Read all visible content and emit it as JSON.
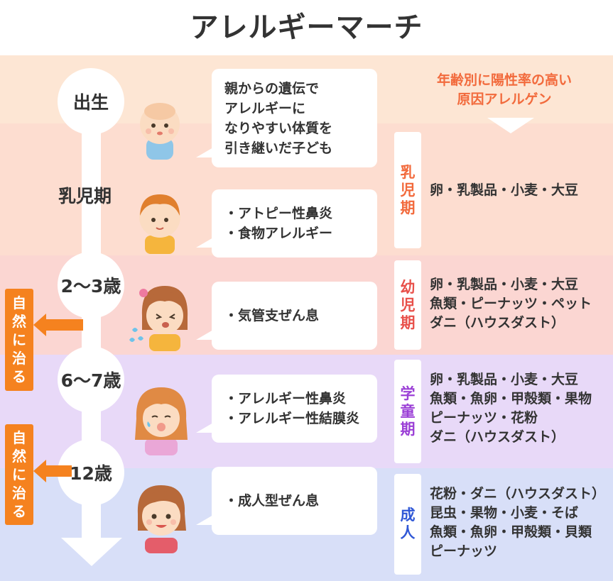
{
  "title": "アレルギーマーチ",
  "timeline": {
    "nodes": [
      "出生",
      "2〜3歳",
      "6〜7歳",
      "12歳"
    ],
    "stage_label": "乳児期"
  },
  "bubbles": [
    [
      "親からの遺伝で",
      "アレルギーに",
      "なりやすい体質を",
      "引き継いだ子ども"
    ],
    [
      "・アトピー性鼻炎",
      "・食物アレルギー"
    ],
    [
      "・気管支ぜん息"
    ],
    [
      "・アレルギー性鼻炎",
      "・アレルギー性結膜炎"
    ],
    [
      "・成人型ぜん息"
    ]
  ],
  "caption": [
    "年齢別に陽性率の高い",
    "原因アレルゲン"
  ],
  "stages": [
    {
      "label": [
        "乳",
        "児",
        "期"
      ],
      "color": "#f26a3c",
      "allergens": [
        "卵・乳製品・小麦・大豆"
      ]
    },
    {
      "label": [
        "幼",
        "児",
        "期"
      ],
      "color": "#e8504a",
      "allergens": [
        "卵・乳製品・小麦・大豆",
        "魚類・ピーナッツ・ペット",
        "ダニ（ハウスダスト）"
      ]
    },
    {
      "label": [
        "学",
        "童",
        "期"
      ],
      "color": "#9b3fd6",
      "allergens": [
        "卵・乳製品・小麦・大豆",
        "魚類・魚卵・甲殻類・果物",
        "ピーナッツ・花粉",
        "ダニ（ハウスダスト）"
      ]
    },
    {
      "label": [
        "成",
        "人"
      ],
      "color": "#2f57d6",
      "allergens": [
        "花粉・ダニ（ハウスダスト）",
        "昆虫・果物・小麦・そば",
        "魚類・魚卵・甲殻類・貝類",
        "ピーナッツ"
      ]
    }
  ],
  "heal": [
    "自",
    "然",
    "に",
    "治",
    "る"
  ],
  "icons": [
    "baby-face-icon",
    "toddler-face-icon",
    "coughing-girl-icon",
    "sneezing-girl-icon",
    "woman-face-icon"
  ]
}
